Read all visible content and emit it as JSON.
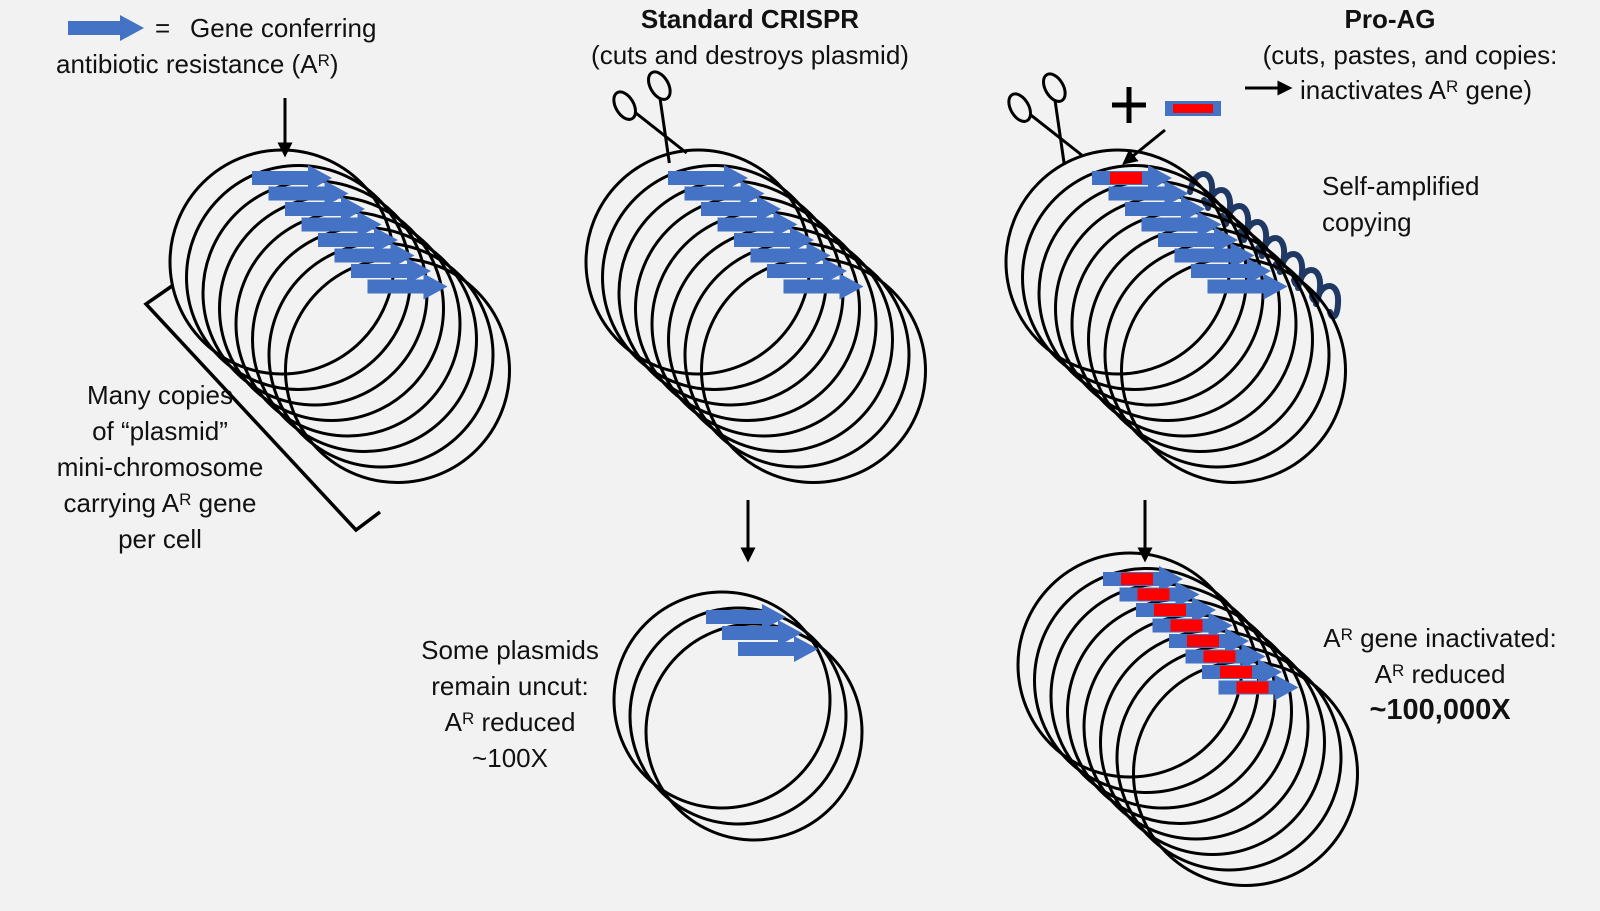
{
  "legend": {
    "equals": "=",
    "line1": "Gene conferring",
    "line2_pre": "antibiotic resistance (A",
    "line2_sup": "R",
    "line2_post": ")"
  },
  "left_panel": {
    "note_lines": [
      "Many copies",
      "of “plasmid”",
      "mini-chromosome"
    ],
    "note_line4_pre": "carrying A",
    "note_line4_sup": "R",
    "note_line4_post": " gene",
    "note_line5": "per cell"
  },
  "crispr_panel": {
    "title": "Standard CRISPR",
    "subtitle": "(cuts and destroys plasmid)",
    "result_line1": "Some plasmids",
    "result_line2": "remain uncut:",
    "result_line3_pre": "A",
    "result_line3_sup": "R",
    "result_line3_post": " reduced",
    "result_line4": "~100X"
  },
  "proag_panel": {
    "title": "Pro-AG",
    "subtitle1": "(cuts, pastes, and copies:",
    "subtitle2_pre": "inactivates A",
    "subtitle2_sup": "R",
    "subtitle2_post": " gene)",
    "plus": "+",
    "copying_line1": "Self-amplified",
    "copying_line2": "copying",
    "result_line1_pre": "A",
    "result_line1_sup": "R",
    "result_line1_post": " gene inactivated:",
    "result_line2_pre": "A",
    "result_line2_sup": "R",
    "result_line2_post": " reduced",
    "result_line3": "~100,000X"
  },
  "colors": {
    "gene_blue": "#4472c4",
    "insert_red": "#ff0000",
    "copy_navy": "#1f3864",
    "line": "#000000",
    "background": "#f2f2f2"
  },
  "stacks": [
    {
      "id": "left-stack",
      "count": 8,
      "red": false
    },
    {
      "id": "crispr-top-stack",
      "count": 8,
      "red": false
    },
    {
      "id": "proag-top-stack",
      "count": 8,
      "red": "first"
    },
    {
      "id": "crispr-result-stack",
      "count": 3,
      "red": false
    },
    {
      "id": "proag-result-stack",
      "count": 8,
      "red": "all"
    }
  ],
  "icons": [
    "gene-arrow-icon",
    "scissors-icon",
    "down-arrow-icon",
    "right-arrow-icon",
    "plus-icon",
    "donor-cassette-icon",
    "copy-loop-icon",
    "bracket"
  ]
}
